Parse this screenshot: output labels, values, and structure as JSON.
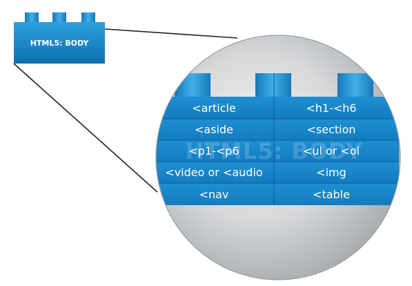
{
  "brick": {
    "label": "HTML5: BODY"
  },
  "zoom": {
    "watermark": "HTML5: BODY",
    "rows": [
      {
        "left": "<article",
        "right": "<h1-<h6"
      },
      {
        "left": "<aside",
        "right": "<section"
      },
      {
        "left": "<p1-<p6",
        "right": "<ul or <ol"
      },
      {
        "left": "<video or <audio",
        "right": "<img"
      },
      {
        "left": "<nav",
        "right": "<table"
      }
    ]
  },
  "colors": {
    "brick_blue": "#1a86c8",
    "brick_dark": "#0d6aa8",
    "lens_gray": "#c4c6c9",
    "line": "#1d1d1d"
  }
}
